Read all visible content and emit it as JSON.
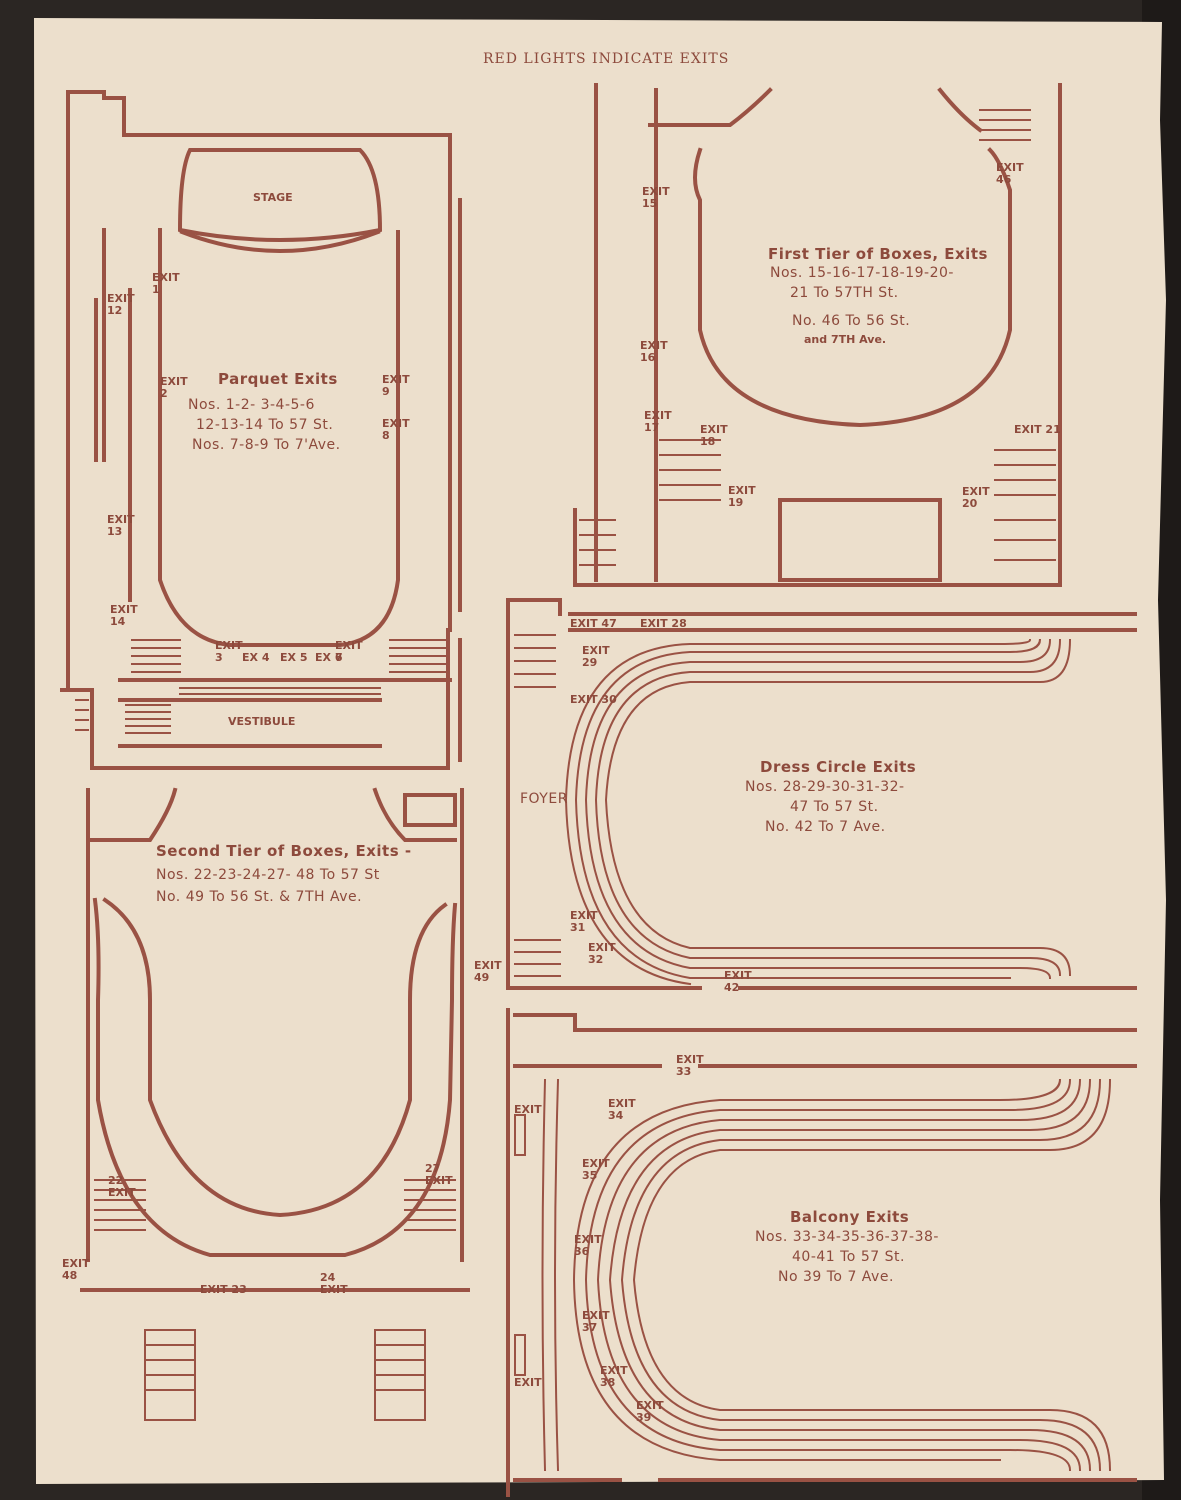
{
  "header": "RED LIGHTS INDICATE EXITS",
  "colors": {
    "paper": "#ecdfcc",
    "ink": "#8d4a3c",
    "edge": "#2b2623"
  },
  "parquet": {
    "stage": "STAGE",
    "vestibule": "VESTIBULE",
    "title": "Parquet Exits",
    "lines": [
      "Nos. 1-2- 3-4-5-6",
      "12-13-14 To 57 St.",
      "Nos. 7-8-9 To 7'Ave."
    ],
    "exits": {
      "e1": "EXIT 1",
      "e2": "EXIT 2",
      "e3": "EXIT 3",
      "e4": "EX 4",
      "e5": "EX 5",
      "e6": "EX 6",
      "e7": "EXIT 7",
      "e8": "EXIT 8",
      "e9": "EXIT 9",
      "e12": "EXIT 12",
      "e13": "EXIT 13",
      "e14": "EXIT 14"
    }
  },
  "first_tier": {
    "title": "First Tier of Boxes, Exits",
    "lines": [
      "Nos. 15-16-17-18-19-20-",
      "21 To 57TH St.",
      "No. 46 To 56 St.",
      "and 7TH Ave."
    ],
    "exits": {
      "e15": "EXIT 15",
      "e16": "EXIT 16",
      "e17": "EXIT 17",
      "e18": "EXIT 18",
      "e19": "EXIT 19",
      "e20": "EXIT 20",
      "e21": "EXIT 21",
      "e46": "EXIT 46"
    }
  },
  "dress_circle": {
    "foyer": "FOYER",
    "title": "Dress Circle Exits",
    "lines": [
      "Nos. 28-29-30-31-32-",
      "47 To 57 St.",
      "No. 42 To 7 Ave."
    ],
    "exits": {
      "e28": "EXIT 28",
      "e29": "EXIT 29",
      "e30": "EXIT 30",
      "e31": "EXIT 31",
      "e32": "EXIT 32",
      "e42": "EXIT 42",
      "e47": "EXIT 47"
    }
  },
  "second_tier": {
    "title": "Second Tier of Boxes, Exits -",
    "lines": [
      "Nos. 22-23-24-27- 48 To 57 St",
      "No. 49 To 56 St. & 7TH Ave."
    ],
    "exits": {
      "e22": "22 EXIT",
      "e23": "EXIT 23",
      "e24": "24 EXIT",
      "e27": "27 EXIT",
      "e48": "EXIT 48",
      "e49": "EXIT 49"
    }
  },
  "balcony": {
    "title": "Balcony Exits",
    "lines": [
      "Nos. 33-34-35-36-37-38-",
      "40-41 To 57 St.",
      "No 39 To 7 Ave."
    ],
    "exits": {
      "e33": "EXIT 33",
      "e34": "EXIT 34",
      "e35": "EXIT 35",
      "e36": "EXIT 36",
      "e37": "EXIT 37",
      "e38": "EXIT 38",
      "e39": "EXIT 39",
      "e_left_top": "EXIT",
      "e_left_bottom": "EXIT"
    }
  }
}
